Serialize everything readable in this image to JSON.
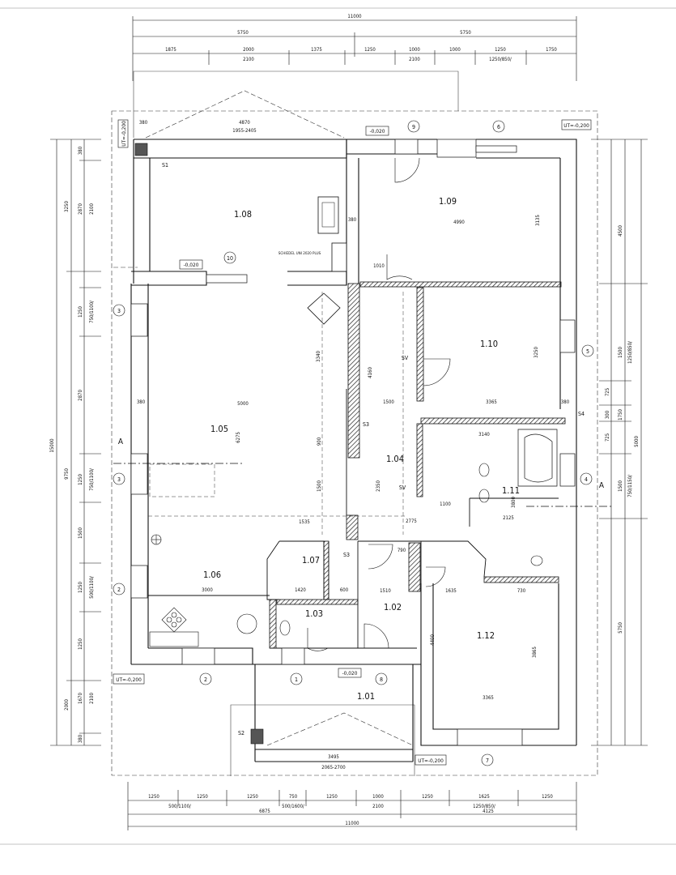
{
  "top_dims": {
    "total": "11000",
    "half_left": "5750",
    "half_right": "5750",
    "seg": [
      "1875",
      "2000",
      "1375",
      "1250",
      "1000",
      "1000",
      "1250",
      "1750"
    ],
    "sub": [
      "2100",
      "2100",
      "1250/850/"
    ]
  },
  "bottom_dims": {
    "seg": [
      "1250",
      "1250",
      "1250",
      "750",
      "1250",
      "1000",
      "1250",
      "1625",
      "1250"
    ],
    "sub": [
      "500/1100/",
      "500/1600/",
      "2100",
      "1250/850/"
    ],
    "group_left": "6875",
    "group_right": "4125",
    "total": "11000"
  },
  "left_dims": [
    "15000",
    "9750",
    "3250",
    "2870",
    "2100",
    "380",
    "1250",
    "750/1100/",
    "2870",
    "1250",
    "750/1100/",
    "1500",
    "1250",
    "500/1100/",
    "1250",
    "2000",
    "1670",
    "2100",
    "380"
  ],
  "right_dims": [
    "4500",
    "1500",
    "1250/850/",
    "725",
    "300",
    "1750",
    "725",
    "5000",
    "1500",
    "750/1150/",
    "5750"
  ],
  "rooms": [
    {
      "id": "1.01"
    },
    {
      "id": "1.02"
    },
    {
      "id": "1.03"
    },
    {
      "id": "1.04"
    },
    {
      "id": "1.05"
    },
    {
      "id": "1.06"
    },
    {
      "id": "1.07"
    },
    {
      "id": "1.08"
    },
    {
      "id": "1.09"
    },
    {
      "id": "1.10"
    },
    {
      "id": "1.11"
    },
    {
      "id": "1.12"
    }
  ],
  "levels": {
    "ut_top_left": "UT=-0,200",
    "ut_top_right": "UT=-0,200",
    "ut_bottom_left": "UT=-0,200",
    "ut_bottom_right": "UT=-0,200",
    "lvl_a": "-0,020",
    "lvl_b": "-0,020",
    "lvl_c": "-0,020"
  },
  "window_tags": [
    "9",
    "6",
    "10",
    "3",
    "5",
    "4",
    "3",
    "2",
    "2",
    "1",
    "8",
    "7"
  ],
  "section_marker": "A",
  "labels": {
    "s1": "S1",
    "s2": "S2",
    "s3a": "S3",
    "s3b": "S3",
    "s4": "S4",
    "sv1": "SV",
    "sv2": "SV",
    "stove": "SCHIEDEL UNI 2020 PLUS"
  },
  "inner_dims": {
    "d4870": "4870",
    "d1955": "1955-2405",
    "d4990": "4990",
    "d3135": "3135",
    "d5000": "5000",
    "d6275": "6275",
    "d3340": "3340",
    "d3365a": "3365",
    "d3250": "3250",
    "d3140": "3140",
    "d3000": "3000",
    "d1420": "1420",
    "d3365b": "3365",
    "d3495": "3495",
    "d2065": "2065-2700",
    "d4400": "4400",
    "d3865": "3865",
    "d1010": "1010",
    "d380a": "380",
    "d380b": "380",
    "d380c": "380",
    "d380d": "380",
    "d2775": "2775",
    "d2125": "2125",
    "d1535": "1535",
    "d790": "790",
    "d1510": "1510",
    "d1635": "1635",
    "d730": "730",
    "d4160": "4160",
    "d2350": "2350",
    "d1500": "1500",
    "d900": "900",
    "d1500b": "1500",
    "d600": "600",
    "d3800": "3800",
    "d1100": "1100"
  }
}
